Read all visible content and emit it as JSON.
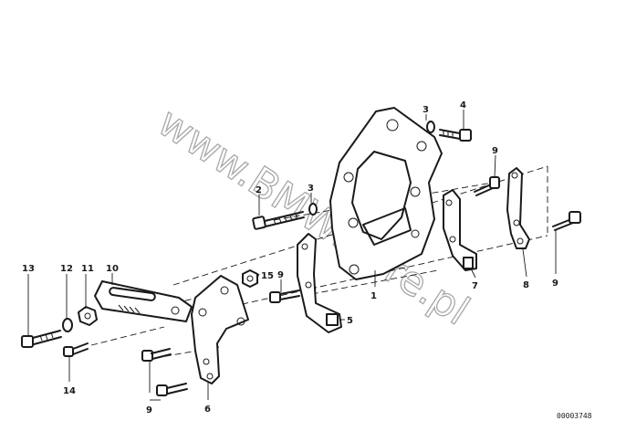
{
  "diagram": {
    "watermark": "www.BMWstore.pl",
    "reference_number": "00003748",
    "callouts": [
      {
        "id": "c1",
        "label": "1"
      },
      {
        "id": "c2",
        "label": "2"
      },
      {
        "id": "c3a",
        "label": "3"
      },
      {
        "id": "c3b",
        "label": "3"
      },
      {
        "id": "c4",
        "label": "4"
      },
      {
        "id": "c5",
        "label": "5"
      },
      {
        "id": "c6",
        "label": "6"
      },
      {
        "id": "c7",
        "label": "7"
      },
      {
        "id": "c8",
        "label": "8"
      },
      {
        "id": "c9a",
        "label": "9"
      },
      {
        "id": "c9b",
        "label": "9"
      },
      {
        "id": "c9c",
        "label": "9"
      },
      {
        "id": "c9d",
        "label": "9"
      },
      {
        "id": "c10",
        "label": "10"
      },
      {
        "id": "c11",
        "label": "11"
      },
      {
        "id": "c12",
        "label": "12"
      },
      {
        "id": "c13",
        "label": "13"
      },
      {
        "id": "c14",
        "label": "14"
      },
      {
        "id": "c15",
        "label": "15"
      }
    ]
  }
}
